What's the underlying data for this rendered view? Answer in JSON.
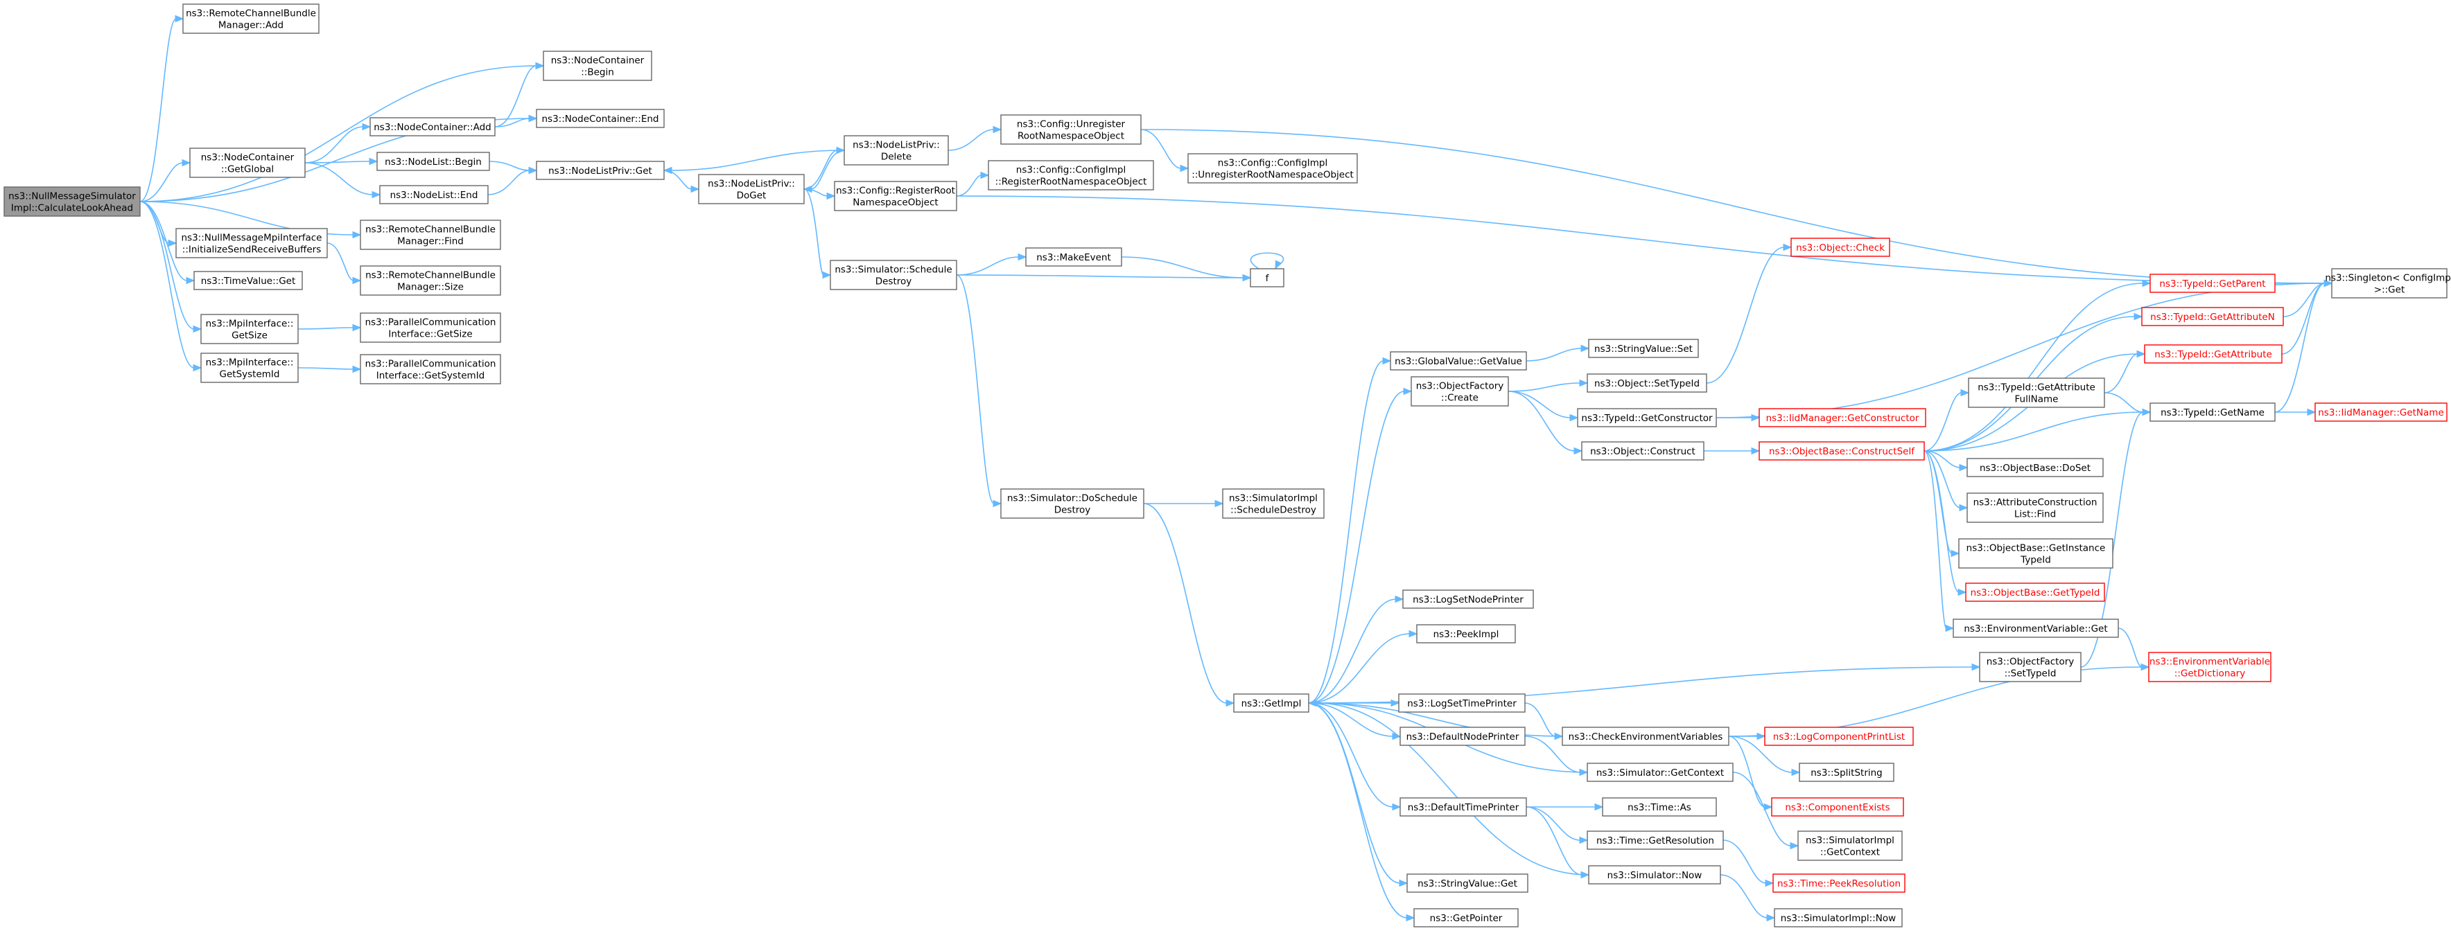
{
  "graph": {
    "nodes": [
      {
        "id": "root",
        "lines": [
          "ns3::NullMessageSimulator",
          "Impl::CalculateLookAhead"
        ],
        "style": "root"
      },
      {
        "id": "rcbAdd",
        "lines": [
          "ns3::RemoteChannelBundle",
          "Manager::Add"
        ]
      },
      {
        "id": "ncBegin",
        "lines": [
          "ns3::NodeContainer",
          "::Begin"
        ]
      },
      {
        "id": "ncEnd",
        "lines": [
          "ns3::NodeContainer::End"
        ]
      },
      {
        "id": "ncAdd",
        "lines": [
          "ns3::NodeContainer::Add"
        ]
      },
      {
        "id": "ncGetGlobal",
        "lines": [
          "ns3::NodeContainer",
          "::GetGlobal"
        ]
      },
      {
        "id": "nlBegin",
        "lines": [
          "ns3::NodeList::Begin"
        ]
      },
      {
        "id": "nlEnd",
        "lines": [
          "ns3::NodeList::End"
        ]
      },
      {
        "id": "nlpGet",
        "lines": [
          "ns3::NodeListPriv::Get"
        ]
      },
      {
        "id": "nlpDelete",
        "lines": [
          "ns3::NodeListPriv::",
          "Delete"
        ]
      },
      {
        "id": "nlpDoGet",
        "lines": [
          "ns3::NodeListPriv::",
          "DoGet"
        ]
      },
      {
        "id": "cfgUnreg",
        "lines": [
          "ns3::Config::Unregister",
          "RootNamespaceObject"
        ]
      },
      {
        "id": "cfgImplReg",
        "lines": [
          "ns3::Config::ConfigImpl",
          "::RegisterRootNamespaceObject"
        ]
      },
      {
        "id": "cfgImplUnreg",
        "lines": [
          "ns3::Config::ConfigImpl",
          "::UnregisterRootNamespaceObject"
        ]
      },
      {
        "id": "cfgReg",
        "lines": [
          "ns3::Config::RegisterRoot",
          "NamespaceObject"
        ]
      },
      {
        "id": "rcbFind",
        "lines": [
          "ns3::RemoteChannelBundle",
          "Manager::Find"
        ]
      },
      {
        "id": "nmmpiInit",
        "lines": [
          "ns3::NullMessageMpiInterface",
          "::InitializeSendReceiveBuffers"
        ]
      },
      {
        "id": "rcbSize",
        "lines": [
          "ns3::RemoteChannelBundle",
          "Manager::Size"
        ]
      },
      {
        "id": "tvGet",
        "lines": [
          "ns3::TimeValue::Get"
        ]
      },
      {
        "id": "mpiGetSize",
        "lines": [
          "ns3::MpiInterface::",
          "GetSize"
        ]
      },
      {
        "id": "pciGetSize",
        "lines": [
          "ns3::ParallelCommunication",
          "Interface::GetSize"
        ]
      },
      {
        "id": "mpiGetSysId",
        "lines": [
          "ns3::MpiInterface::",
          "GetSystemId"
        ]
      },
      {
        "id": "pciGetSysId",
        "lines": [
          "ns3::ParallelCommunication",
          "Interface::GetSystemId"
        ]
      },
      {
        "id": "simSchedDestroy",
        "lines": [
          "ns3::Simulator::Schedule",
          "Destroy"
        ]
      },
      {
        "id": "makeEvent",
        "lines": [
          "ns3::MakeEvent"
        ]
      },
      {
        "id": "f",
        "lines": [
          "f"
        ]
      },
      {
        "id": "simDoSchedDestroy",
        "lines": [
          "ns3::Simulator::DoSchedule",
          "Destroy"
        ]
      },
      {
        "id": "simImplSchedDestroy",
        "lines": [
          "ns3::SimulatorImpl",
          "::ScheduleDestroy"
        ]
      },
      {
        "id": "getImpl",
        "lines": [
          "ns3::GetImpl"
        ]
      },
      {
        "id": "objCheck",
        "lines": [
          "ns3::Object::Check"
        ],
        "style": "red"
      },
      {
        "id": "strValSet",
        "lines": [
          "ns3::StringValue::Set"
        ]
      },
      {
        "id": "gvGetValue",
        "lines": [
          "ns3::GlobalValue::GetValue"
        ]
      },
      {
        "id": "objSetTypeId",
        "lines": [
          "ns3::Object::SetTypeId"
        ]
      },
      {
        "id": "ofCreate",
        "lines": [
          "ns3::ObjectFactory",
          "::Create"
        ]
      },
      {
        "id": "tidGetCtor",
        "lines": [
          "ns3::TypeId::GetConstructor"
        ]
      },
      {
        "id": "iidGetCtor",
        "lines": [
          "ns3::IidManager::GetConstructor"
        ],
        "style": "red"
      },
      {
        "id": "objConstruct",
        "lines": [
          "ns3::Object::Construct"
        ]
      },
      {
        "id": "obConstructSelf",
        "lines": [
          "ns3::ObjectBase::ConstructSelf"
        ],
        "style": "red"
      },
      {
        "id": "tidGetParent",
        "lines": [
          "ns3::TypeId::GetParent"
        ],
        "style": "red"
      },
      {
        "id": "tidGetAttrN",
        "lines": [
          "ns3::TypeId::GetAttributeN"
        ],
        "style": "red"
      },
      {
        "id": "tidGetAttr",
        "lines": [
          "ns3::TypeId::GetAttribute"
        ],
        "style": "red"
      },
      {
        "id": "singletonGet",
        "lines": [
          "ns3::Singleton< ConfigImpl",
          "  >::Get"
        ]
      },
      {
        "id": "tidGetAttrFull",
        "lines": [
          "ns3::TypeId::GetAttribute",
          "FullName"
        ]
      },
      {
        "id": "tidGetName",
        "lines": [
          "ns3::TypeId::GetName"
        ]
      },
      {
        "id": "iidGetName",
        "lines": [
          "ns3::IidManager::GetName"
        ],
        "style": "red"
      },
      {
        "id": "obDoSet",
        "lines": [
          "ns3::ObjectBase::DoSet"
        ]
      },
      {
        "id": "acListFind",
        "lines": [
          "ns3::AttributeConstruction",
          "List::Find"
        ]
      },
      {
        "id": "obGetInstTid",
        "lines": [
          "ns3::ObjectBase::GetInstance",
          "TypeId"
        ]
      },
      {
        "id": "obGetTid",
        "lines": [
          "ns3::ObjectBase::GetTypeId"
        ],
        "style": "red"
      },
      {
        "id": "envGet",
        "lines": [
          "ns3::EnvironmentVariable::Get"
        ]
      },
      {
        "id": "ofSetTid",
        "lines": [
          "ns3::ObjectFactory",
          "::SetTypeId"
        ]
      },
      {
        "id": "envGetDict",
        "lines": [
          "ns3::EnvironmentVariable",
          "::GetDictionary"
        ],
        "style": "red"
      },
      {
        "id": "logSetNodePrinter",
        "lines": [
          "ns3::LogSetNodePrinter"
        ]
      },
      {
        "id": "peekImpl",
        "lines": [
          "ns3::PeekImpl"
        ]
      },
      {
        "id": "logSetTimePrinter",
        "lines": [
          "ns3::LogSetTimePrinter"
        ]
      },
      {
        "id": "checkEnvVars",
        "lines": [
          "ns3::CheckEnvironmentVariables"
        ]
      },
      {
        "id": "logCompPrintList",
        "lines": [
          "ns3::LogComponentPrintList"
        ],
        "style": "red"
      },
      {
        "id": "defNodePrinter",
        "lines": [
          "ns3::DefaultNodePrinter"
        ]
      },
      {
        "id": "splitString",
        "lines": [
          "ns3::SplitString"
        ]
      },
      {
        "id": "simGetContext",
        "lines": [
          "ns3::Simulator::GetContext"
        ]
      },
      {
        "id": "compExists",
        "lines": [
          "ns3::ComponentExists"
        ],
        "style": "red"
      },
      {
        "id": "defTimePrinter",
        "lines": [
          "ns3::DefaultTimePrinter"
        ]
      },
      {
        "id": "timeAs",
        "lines": [
          "ns3::Time::As"
        ]
      },
      {
        "id": "timeGetRes",
        "lines": [
          "ns3::Time::GetResolution"
        ]
      },
      {
        "id": "simImplGetContext",
        "lines": [
          "ns3::SimulatorImpl",
          "::GetContext"
        ]
      },
      {
        "id": "simNow",
        "lines": [
          "ns3::Simulator::Now"
        ]
      },
      {
        "id": "timePeekRes",
        "lines": [
          "ns3::Time::PeekResolution"
        ],
        "style": "red"
      },
      {
        "id": "strValGet",
        "lines": [
          "ns3::StringValue::Get"
        ]
      },
      {
        "id": "simImplNow",
        "lines": [
          "ns3::SimulatorImpl::Now"
        ]
      },
      {
        "id": "getPointer",
        "lines": [
          "ns3::GetPointer"
        ]
      }
    ],
    "edges": [
      [
        "root",
        "rcbAdd"
      ],
      [
        "root",
        "ncBegin"
      ],
      [
        "root",
        "ncEnd"
      ],
      [
        "root",
        "ncGetGlobal"
      ],
      [
        "root",
        "rcbFind"
      ],
      [
        "root",
        "nmmpiInit"
      ],
      [
        "root",
        "tvGet"
      ],
      [
        "root",
        "mpiGetSize"
      ],
      [
        "root",
        "mpiGetSysId"
      ],
      [
        "ncAdd",
        "ncBegin"
      ],
      [
        "ncAdd",
        "ncEnd"
      ],
      [
        "ncGetGlobal",
        "ncAdd"
      ],
      [
        "ncGetGlobal",
        "nlBegin"
      ],
      [
        "ncGetGlobal",
        "nlEnd"
      ],
      [
        "nlBegin",
        "nlpGet"
      ],
      [
        "nlEnd",
        "nlpGet"
      ],
      [
        "nlpGet",
        "nlpDoGet"
      ],
      [
        "nlpDelete",
        "nlpGet"
      ],
      [
        "nlpDelete",
        "nlpDoGet"
      ],
      [
        "nlpDoGet",
        "nlpDelete"
      ],
      [
        "nlpDelete",
        "cfgUnreg"
      ],
      [
        "nlpDoGet",
        "cfgReg"
      ],
      [
        "nlpDoGet",
        "simSchedDestroy"
      ],
      [
        "cfgUnreg",
        "cfgImplUnreg"
      ],
      [
        "cfgUnreg",
        "singletonGet"
      ],
      [
        "cfgReg",
        "cfgImplReg"
      ],
      [
        "cfgReg",
        "singletonGet"
      ],
      [
        "nmmpiInit",
        "rcbSize"
      ],
      [
        "mpiGetSize",
        "pciGetSize"
      ],
      [
        "mpiGetSysId",
        "pciGetSysId"
      ],
      [
        "simSchedDestroy",
        "makeEvent"
      ],
      [
        "simSchedDestroy",
        "f"
      ],
      [
        "simSchedDestroy",
        "simDoSchedDestroy"
      ],
      [
        "makeEvent",
        "f"
      ],
      [
        "f",
        "f"
      ],
      [
        "simDoSchedDestroy",
        "simImplSchedDestroy"
      ],
      [
        "simDoSchedDestroy",
        "getImpl"
      ],
      [
        "getImpl",
        "gvGetValue"
      ],
      [
        "getImpl",
        "ofCreate"
      ],
      [
        "getImpl",
        "logSetNodePrinter"
      ],
      [
        "getImpl",
        "peekImpl"
      ],
      [
        "getImpl",
        "ofSetTid"
      ],
      [
        "getImpl",
        "logSetTimePrinter"
      ],
      [
        "getImpl",
        "defNodePrinter"
      ],
      [
        "getImpl",
        "defTimePrinter"
      ],
      [
        "getImpl",
        "strValGet"
      ],
      [
        "getImpl",
        "getPointer"
      ],
      [
        "checkEnvVars",
        "getImpl"
      ],
      [
        "simGetContext",
        "getImpl"
      ],
      [
        "simNow",
        "getImpl"
      ],
      [
        "gvGetValue",
        "strValSet"
      ],
      [
        "ofCreate",
        "objSetTypeId"
      ],
      [
        "ofCreate",
        "tidGetCtor"
      ],
      [
        "ofCreate",
        "objConstruct"
      ],
      [
        "objSetTypeId",
        "objCheck"
      ],
      [
        "tidGetCtor",
        "iidGetCtor"
      ],
      [
        "tidGetCtor",
        "singletonGet"
      ],
      [
        "objConstruct",
        "obConstructSelf"
      ],
      [
        "obConstructSelf",
        "tidGetParent"
      ],
      [
        "obConstructSelf",
        "tidGetAttrN"
      ],
      [
        "obConstructSelf",
        "tidGetAttr"
      ],
      [
        "obConstructSelf",
        "tidGetAttrFull"
      ],
      [
        "obConstructSelf",
        "tidGetName"
      ],
      [
        "obConstructSelf",
        "obDoSet"
      ],
      [
        "obConstructSelf",
        "acListFind"
      ],
      [
        "obConstructSelf",
        "obGetInstTid"
      ],
      [
        "obConstructSelf",
        "obGetTid"
      ],
      [
        "obConstructSelf",
        "envGet"
      ],
      [
        "tidGetParent",
        "singletonGet"
      ],
      [
        "tidGetAttrN",
        "singletonGet"
      ],
      [
        "tidGetAttr",
        "singletonGet"
      ],
      [
        "tidGetAttrFull",
        "tidGetAttr"
      ],
      [
        "tidGetAttrFull",
        "tidGetName"
      ],
      [
        "tidGetName",
        "iidGetName"
      ],
      [
        "tidGetName",
        "singletonGet"
      ],
      [
        "envGet",
        "envGetDict"
      ],
      [
        "ofSetTid",
        "tidGetName"
      ],
      [
        "logSetTimePrinter",
        "checkEnvVars"
      ],
      [
        "checkEnvVars",
        "logCompPrintList"
      ],
      [
        "checkEnvVars",
        "splitString"
      ],
      [
        "checkEnvVars",
        "compExists"
      ],
      [
        "checkEnvVars",
        "envGetDict"
      ],
      [
        "defNodePrinter",
        "simGetContext"
      ],
      [
        "simGetContext",
        "simImplGetContext"
      ],
      [
        "defTimePrinter",
        "timeAs"
      ],
      [
        "defTimePrinter",
        "timeGetRes"
      ],
      [
        "defTimePrinter",
        "simNow"
      ],
      [
        "timeGetRes",
        "timePeekRes"
      ],
      [
        "simNow",
        "simImplNow"
      ]
    ]
  }
}
